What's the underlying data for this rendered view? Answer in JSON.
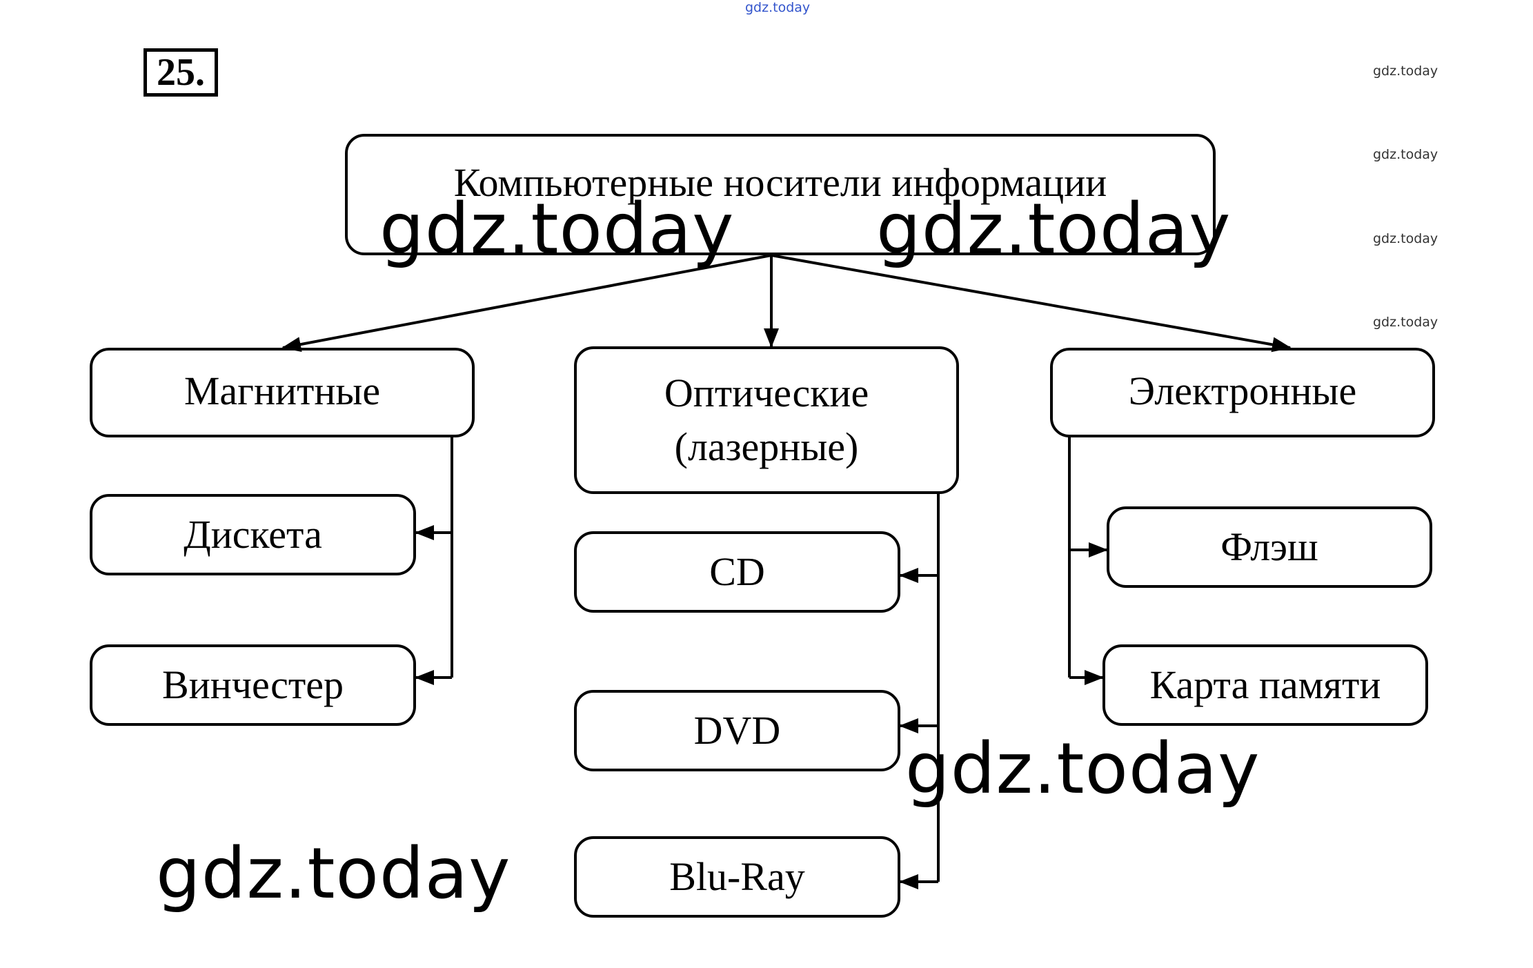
{
  "task_number": "25.",
  "root": {
    "label": "Компьютерные носители информации"
  },
  "categories": [
    {
      "label": "Магнитные",
      "children": [
        "Дискета",
        "Винчестер"
      ]
    },
    {
      "label": "Оптические (лазерные)",
      "children": [
        "CD",
        "DVD",
        "Blu-Ray"
      ]
    },
    {
      "label": "Электронные",
      "children": [
        "Флэш",
        "Карта памяти"
      ]
    }
  ],
  "watermark": "gdz.today"
}
